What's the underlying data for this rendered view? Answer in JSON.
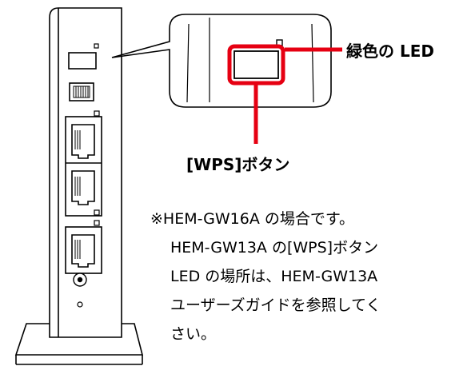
{
  "labels": {
    "led": "緑色の LED",
    "wps_button": "[WPS]ボタン"
  },
  "note": {
    "line1": "※HEM-GW16A の場合です。",
    "line2": "HEM-GW13A の[WPS]ボタン",
    "line3": "LED の場所は、HEM-GW13A",
    "line4": "ユーザーズガイドを参照してく",
    "line5": "さい。"
  },
  "colors": {
    "callout": "#e60012",
    "line": "#000000"
  }
}
